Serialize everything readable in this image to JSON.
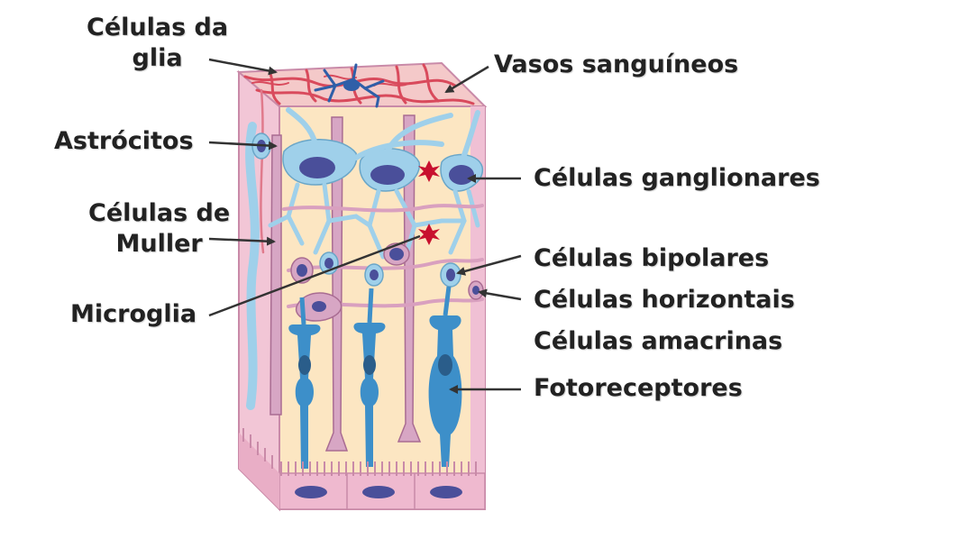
{
  "labels": {
    "celulas_da_glia": [
      "Células da",
      "glia"
    ],
    "vasos_sanguineos": "Vasos sanguíneos",
    "astrocitos": "Astrócitos",
    "celulas_ganglionares": "Células ganglionares",
    "celulas_de_muller": [
      "Células de",
      "Muller"
    ],
    "celulas_bipolares": "Células bipolares",
    "microglia": "Microglia",
    "celulas_horizontais": "Células horizontais",
    "celulas_amacrinas": "Células amacrinas",
    "fotoreceptores": "Fotoreceptores"
  },
  "colors": {
    "block_side": "#f3c8d8",
    "block_front": "#fce8c6",
    "vessels": "#d94a5c",
    "glia": "#2f5fa8",
    "neurons": "#9fd0ea",
    "photoreceptors": "#3d8fc9",
    "nuclei": "#4a4f9a",
    "muller": "#d7a6c4",
    "microglia": "#c8102e"
  }
}
